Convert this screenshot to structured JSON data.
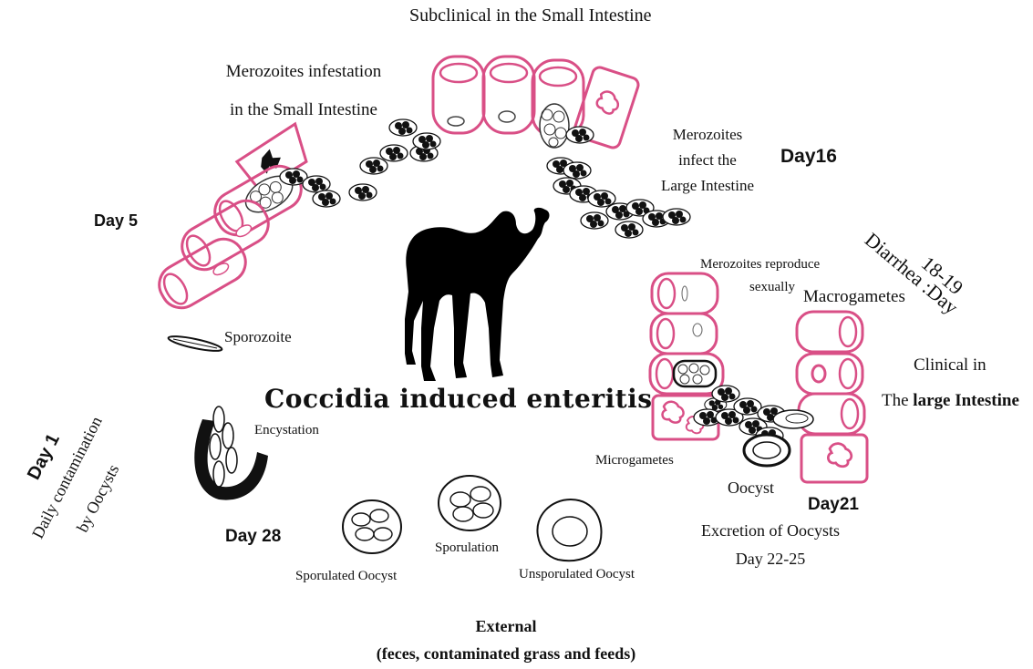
{
  "diagram": {
    "title": "Coccidia induced enteritis",
    "labels": {
      "subclinical_small": "Subclinical in the Small Intestine",
      "merozoites_infestation_1": "Merozoites infestation",
      "merozoites_infestation_2": "in the Small Intestine",
      "day5": "Day 5",
      "day16": "Day16",
      "merozoites_infect_1": "Merozoites",
      "merozoites_infect_2": "infect the",
      "merozoites_infect_3": "Large Intestine",
      "diarrhea_1": "Diarrhea :Day",
      "diarrhea_2": "18-19",
      "merozoites_reproduce_1": "Merozoites reproduce",
      "merozoites_reproduce_2": "sexually",
      "macrogametes": "Macrogametes",
      "clinical_1": "Clinical in",
      "clinical_2a": "The ",
      "clinical_2b": "large Intestine",
      "sporozoite": "Sporozoite",
      "encystation": "Encystation",
      "day1": "Day 1",
      "daily_1": "Daily contamination",
      "daily_2": "by Oocysts",
      "day28": "Day 28",
      "microgametes": "Microgametes",
      "oocyst": "Oocyst",
      "day21": "Day21",
      "excretion_1": "Excretion of Oocysts",
      "excretion_2": "Day 22-25",
      "sporulated_oocyst": "Sporulated Oocyst",
      "sporulation": "Sporulation",
      "unsporulated_oocyst": "Unsporulated Oocyst",
      "external_1": "External",
      "external_2": "(feces, contaminated grass and feeds)"
    },
    "colors": {
      "cell_outline": "#d94f86",
      "ink": "#111111",
      "background": "#ffffff"
    },
    "icons": [
      "camel-silhouette",
      "merozoite-cluster",
      "oocyst",
      "intestinal-cell"
    ]
  }
}
